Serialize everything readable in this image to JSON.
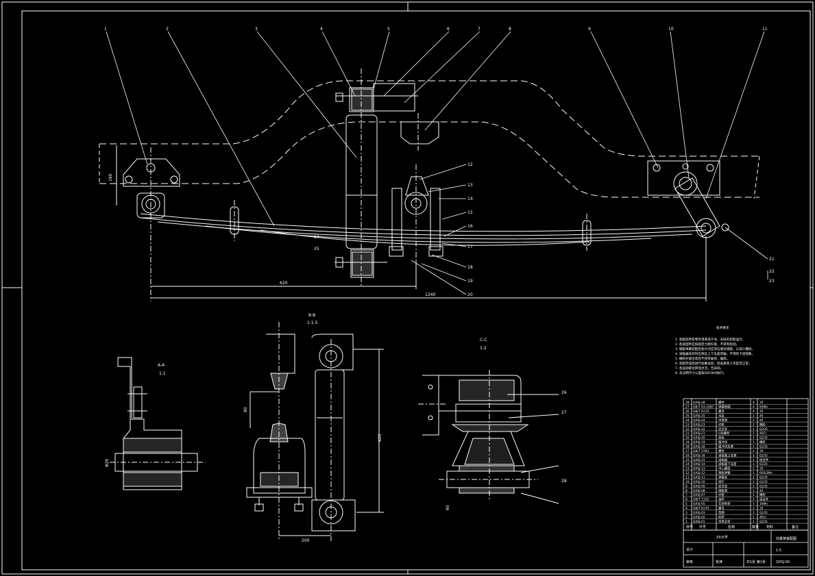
{
  "sheet": {
    "background": "#000000",
    "line_color": "#ffffff"
  },
  "section_labels": {
    "aa": {
      "title": "A-A",
      "scale": "1:1"
    },
    "bb": {
      "title": "B-B",
      "scale": "1:1.5"
    },
    "cc": {
      "title": "C-C",
      "scale": "1:2"
    }
  },
  "tech_requirements": {
    "title": "技术要求",
    "lines": [
      "1. 装配前所有零件须清洗干净，去除毛刺和油污。",
      "2. 各紧固件应按规定力矩拧紧，不得有松动。",
      "3. 钢板弹簧装配后各片间应涂石墨润滑脂，以减少磨损。",
      "4. 减振器安装时应保证上下支座同轴，不得有卡滞现象。",
      "5. 橡胶衬套压装后不得有破损、偏斜。",
      "6. 装配完成后进行加载试验，检查悬架工作是否正常。",
      "7. 各运动部位转动灵活，无异响。",
      "8. 未注明尺寸公差按GB1804执行。"
    ]
  },
  "title_block": {
    "title": "前悬架装配图",
    "school": "XX大学",
    "drawing_no": "QXSJ-00",
    "scale": "1:5",
    "sheet_info": "共1张 第1张",
    "designer_label": "设计",
    "checker_label": "审核",
    "approver_label": "批准",
    "header_cols": [
      "序号",
      "代号",
      "名称",
      "数量",
      "材料",
      "备注"
    ]
  },
  "parts_list": [
    {
      "no": "28",
      "code": "QXSJ-28",
      "name": "螺栓",
      "qty": "4",
      "material": "35"
    },
    {
      "no": "27",
      "code": "GB/T 93-1987",
      "name": "弹簧垫圈",
      "qty": "4",
      "material": "65Mn"
    },
    {
      "no": "26",
      "code": "GB/T 6170",
      "name": "螺母",
      "qty": "4",
      "material": "35"
    },
    {
      "no": "25",
      "code": "QXSJ-25",
      "name": "吊耳",
      "qty": "2",
      "material": "45"
    },
    {
      "no": "24",
      "code": "QXSJ-24",
      "name": "吊耳销",
      "qty": "2",
      "material": "45"
    },
    {
      "no": "23",
      "code": "QXSJ-23",
      "name": "衬套",
      "qty": "2",
      "material": "橡胶"
    },
    {
      "no": "22",
      "code": "QXSJ-22",
      "name": "后支架",
      "qty": "1",
      "material": "Q235"
    },
    {
      "no": "21",
      "code": "QXSJ-21",
      "name": "U形螺栓",
      "qty": "2",
      "material": "40Cr"
    },
    {
      "no": "20",
      "code": "QXSJ-20",
      "name": "盖板",
      "qty": "1",
      "material": "Q235"
    },
    {
      "no": "19",
      "code": "QXSJ-19",
      "name": "缓冲块",
      "qty": "1",
      "material": "橡胶"
    },
    {
      "no": "18",
      "code": "QXSJ-18",
      "name": "缓冲块支座",
      "qty": "1",
      "material": "Q235"
    },
    {
      "no": "17",
      "code": "GB/T 5783",
      "name": "螺栓",
      "qty": "2",
      "material": "35"
    },
    {
      "no": "16",
      "code": "QXSJ-16",
      "name": "减振器上支座",
      "qty": "1",
      "material": "Q235"
    },
    {
      "no": "15",
      "code": "QXSJ-15",
      "name": "减振器",
      "qty": "1",
      "material": "组合件"
    },
    {
      "no": "14",
      "code": "QXSJ-14",
      "name": "减振器下支座",
      "qty": "1",
      "material": "Q235"
    },
    {
      "no": "13",
      "code": "QXSJ-13",
      "name": "中心螺栓",
      "qty": "1",
      "material": "35"
    },
    {
      "no": "12",
      "code": "QXSJ-12",
      "name": "钢板弹簧",
      "qty": "1",
      "material": "60Si2Mn"
    },
    {
      "no": "11",
      "code": "QXSJ-11",
      "name": "弹簧夹",
      "qty": "2",
      "material": "Q235"
    },
    {
      "no": "10",
      "code": "QXSJ-10",
      "name": "铆钉",
      "qty": "2",
      "material": "Q235"
    },
    {
      "no": "9",
      "code": "QXSJ-09",
      "name": "前支架",
      "qty": "1",
      "material": "Q235"
    },
    {
      "no": "8",
      "code": "QXSJ-08",
      "name": "钢板销",
      "qty": "1",
      "material": "45"
    },
    {
      "no": "7",
      "code": "QXSJ-07",
      "name": "衬套",
      "qty": "1",
      "material": "橡胶"
    },
    {
      "no": "6",
      "code": "GB/T 1152",
      "name": "油杯",
      "qty": "2",
      "material": "组合件"
    },
    {
      "no": "5",
      "code": "QXSJ-05",
      "name": "车架纵梁",
      "qty": "1",
      "material": "16Mn"
    },
    {
      "no": "4",
      "code": "GB/T 6170",
      "name": "螺母",
      "qty": "2",
      "material": "35"
    },
    {
      "no": "3",
      "code": "QXSJ-03",
      "name": "垫圈",
      "qty": "2",
      "material": "Q235"
    },
    {
      "no": "2",
      "code": "QXSJ-02",
      "name": "前桥",
      "qty": "1",
      "material": "40Cr"
    },
    {
      "no": "1",
      "code": "QXSJ-01",
      "name": "吊耳支架",
      "qty": "1",
      "material": "Q235"
    }
  ],
  "dimensions": {
    "overall_length": "1240",
    "half_length": "620",
    "bracket_height": "160",
    "shock_length": "420",
    "bb_width": "200",
    "bb_height": "80",
    "cc_dim": "60",
    "aa_dim": "Φ20"
  },
  "callouts": [
    "1",
    "2",
    "3",
    "4",
    "5",
    "6",
    "7",
    "8",
    "9",
    "10",
    "11",
    "12",
    "13",
    "14",
    "15",
    "16",
    "17",
    "18",
    "19",
    "20",
    "21",
    "22",
    "23",
    "24",
    "25",
    "26",
    "27",
    "28"
  ]
}
